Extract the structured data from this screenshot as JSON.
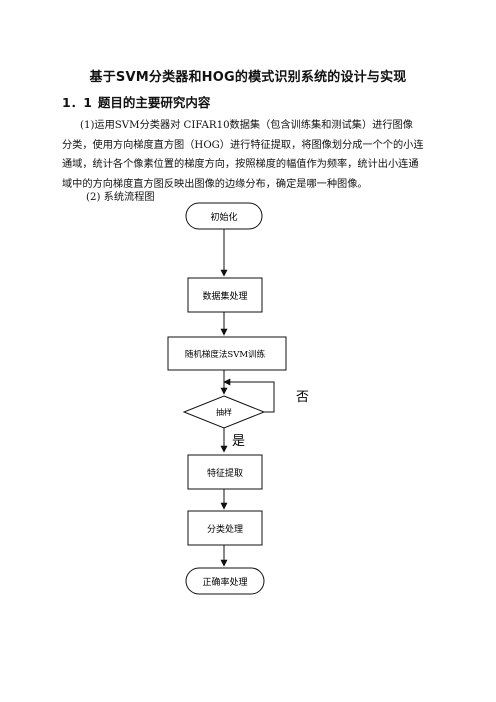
{
  "document": {
    "title": "基于SVM分类器和HOG的模式识别系统的设计与实现",
    "section": {
      "number": "1．1",
      "heading": "题目的主要研究内容"
    },
    "paragraph_lines": [
      "(1)运用SVM分类器对 CIFAR10数据集（包含训练集和测试集）进行图像",
      "分类，使用方向梯度直方图（HOG）进行特征提取，将图像划分成一个个的小连",
      "通域，统计各个像素位置的梯度方向，按照梯度的幅值作为频率，统计出小连通",
      "域中的方向梯度直方图反映出图像的边缘分布，确定是哪一种图像。"
    ],
    "subheading": "(2) 系统流程图"
  },
  "flowchart": {
    "start": "初始化",
    "step1": "数据集处理",
    "step2": "随机梯度法SVM训练",
    "decision": "抽样",
    "no_label": "否",
    "yes_label": "是",
    "step3": "特征提取",
    "step4": "分类处理",
    "end": "正确率处理"
  }
}
